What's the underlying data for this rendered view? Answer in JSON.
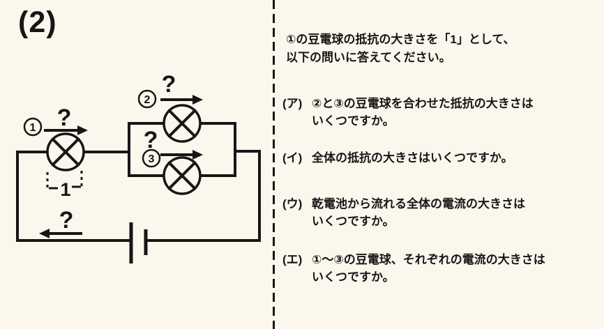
{
  "page": {
    "background_color": "#FBF7ED",
    "ink_color": "#161616"
  },
  "diagram": {
    "problem_number": "(2)",
    "bulb1_number": "1",
    "bulb2_number": "2",
    "bulb3_number": "3",
    "current1_unknown": "?",
    "current2_unknown": "?",
    "current3_unknown": "?",
    "current_total_unknown": "?",
    "bulb1_resistance_value": "1"
  },
  "questions": {
    "intro_line1": "①の豆電球の抵抗の大きさを「1」として、",
    "intro_line2": "以下の問いに答えてください。",
    "items": [
      {
        "label": "(ア)",
        "line1": "②と③の豆電球を合わせた抵抗の大きさは",
        "line2": "いくつですか。"
      },
      {
        "label": "(イ)",
        "line1": "全体の抵抗の大きさはいくつですか。",
        "line2": ""
      },
      {
        "label": "(ウ)",
        "line1": "乾電池から流れる全体の電流の大きさは",
        "line2": "いくつですか。"
      },
      {
        "label": "(エ)",
        "line1": "①〜③の豆電球、それぞれの電流の大きさは",
        "line2": "いくつですか。"
      }
    ]
  }
}
